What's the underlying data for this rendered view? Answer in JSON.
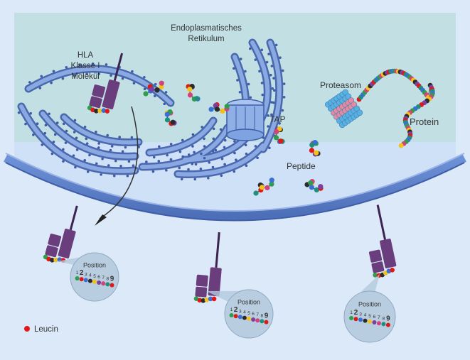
{
  "labels": {
    "er": [
      "Endoplasmatisches",
      "Retikulum"
    ],
    "hla": [
      "HLA",
      "Klasse I",
      "Molekül"
    ],
    "tap": "TAP",
    "proteasom": "Proteasom",
    "protein": "Protein",
    "peptide": "Peptide",
    "position": "Position",
    "leucin": "Leucin",
    "numbers": [
      "1",
      "2",
      "3",
      "4",
      "5",
      "6",
      "7",
      "8",
      "9"
    ]
  },
  "colors": {
    "background": "#dbe9f8",
    "cytoplasm": "#c2e0e4",
    "cell_interior": "#cfe1f7",
    "membrane": "#5b7fc7",
    "er": "#6d8fd0",
    "er_dark": "#3e5da8",
    "hla": "#6a3d7c",
    "tap": "#8fb0e6",
    "leucin": "#e11818",
    "magnifier": "#b3c9dc",
    "proteasome_blue": "#5ab0e0",
    "proteasome_pink": "#e68aa0"
  },
  "icons": {
    "hla_molecule": "hla-molecule-icon",
    "tap": "tap-channel-icon",
    "proteasome": "proteasome-icon",
    "peptide": "peptide-icon"
  }
}
